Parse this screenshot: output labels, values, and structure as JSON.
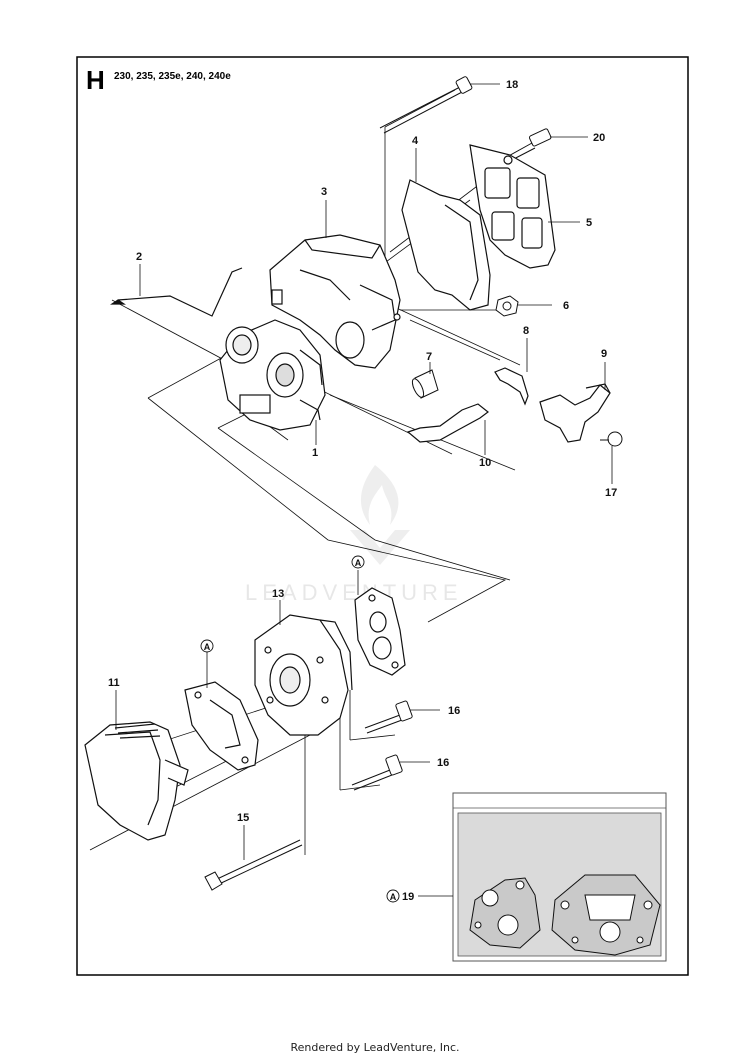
{
  "header": {
    "section_letter": "H",
    "models": "230, 235, 235e, 240, 240e"
  },
  "watermark": {
    "text": "LEADVENTURE"
  },
  "callouts": {
    "c1": "1",
    "c2": "2",
    "c3": "3",
    "c4": "4",
    "c5": "5",
    "c6": "6",
    "c7": "7",
    "c8": "8",
    "c9": "9",
    "c10": "10",
    "c11": "11",
    "c13": "13",
    "c15": "15",
    "c16a": "16",
    "c16b": "16",
    "c17": "17",
    "c18": "18",
    "c19": "19",
    "c20": "20"
  },
  "markers": {
    "a1": "A",
    "a2": "A",
    "a3": "A"
  },
  "footer": {
    "text": "Rendered by LeadVenture, Inc."
  },
  "colors": {
    "line": "#111111",
    "inset_fill": "#dadada",
    "frame": "#000000",
    "gasket_fill": "#c9c9c9"
  }
}
